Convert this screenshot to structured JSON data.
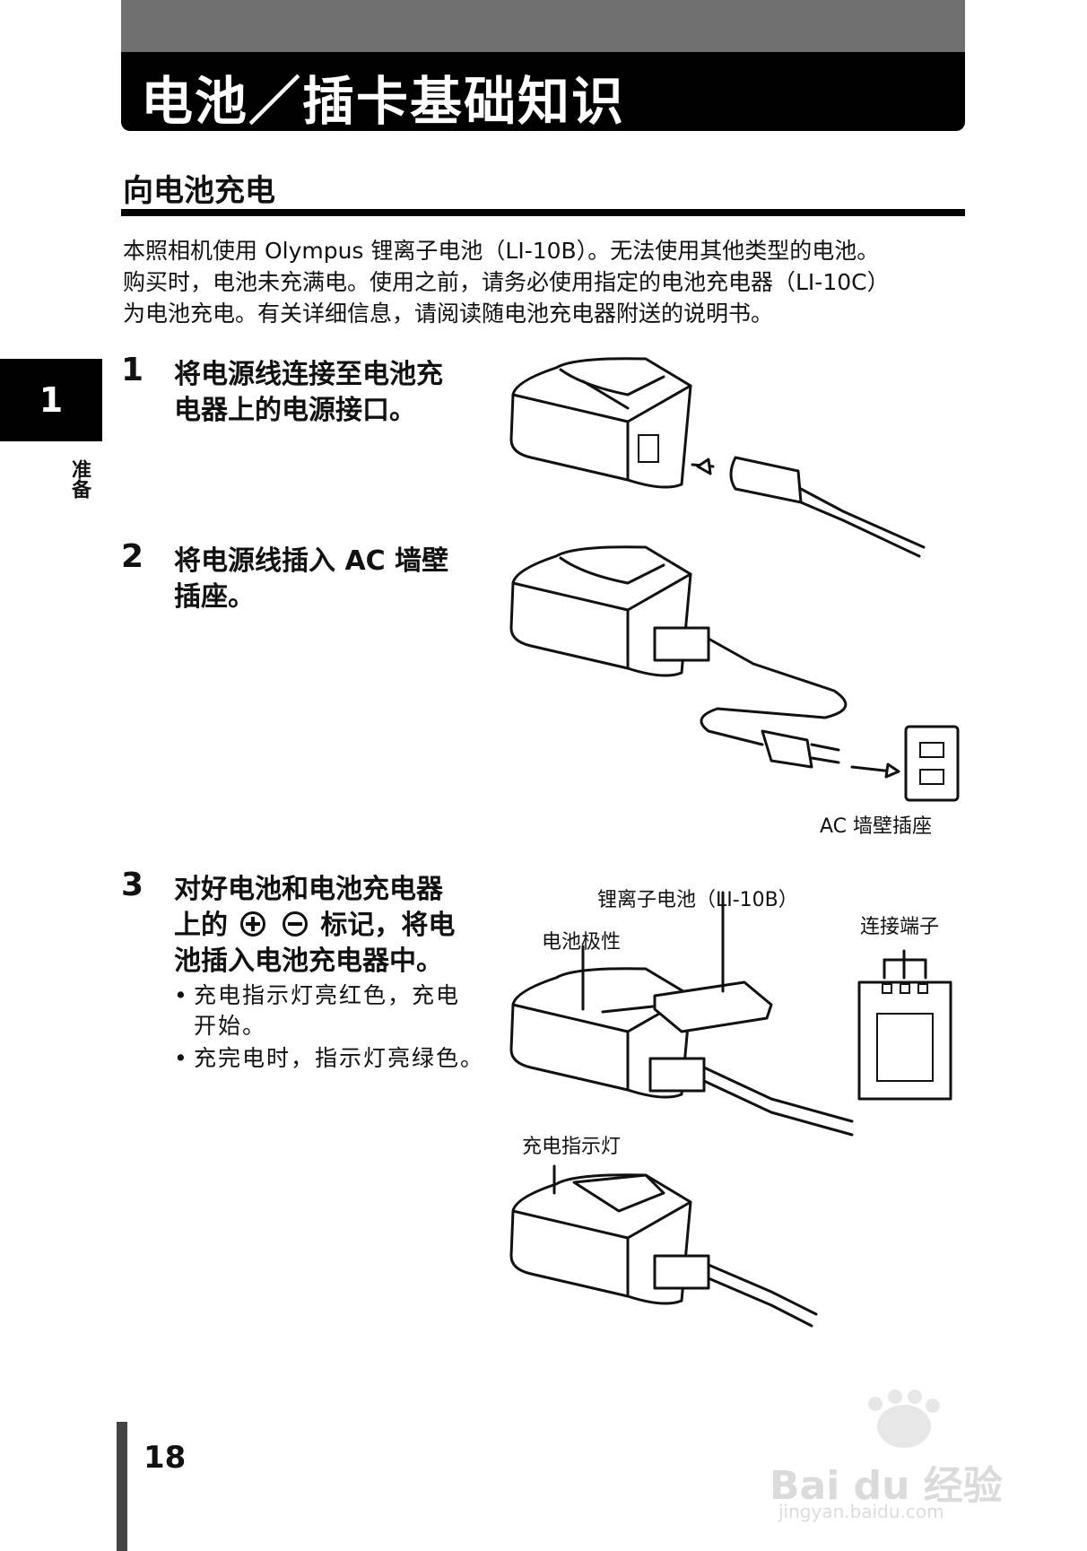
{
  "header": {
    "title": "电池／插卡基础知识"
  },
  "section": {
    "title": "向电池充电"
  },
  "intro": {
    "lines": [
      "本照相机使用 Olympus 锂离子电池（LI-10B）。无法使用其他类型的电池。",
      "购买时，电池未充满电。使用之前，请务必使用指定的电池充电器（LI-10C）",
      "为电池充电。有关详细信息，请阅读随电池充电器附送的说明书。"
    ]
  },
  "chapter": {
    "number": "1",
    "label": "准备"
  },
  "steps": [
    {
      "number": "1",
      "lines": [
        "将电源线连接至电池充",
        "电器上的电源接口。"
      ]
    },
    {
      "number": "2",
      "lines": [
        "将电源线插入 AC 墙壁",
        "插座。"
      ]
    },
    {
      "number": "3",
      "line1": "对好电池和电池充电器",
      "line2_prefix": "上的",
      "line2_suffix": "标记，将电",
      "line3": "池插入电池充电器中。",
      "bullets": [
        {
          "lines": [
            "充电指示灯亮红色，充电",
            "开始。"
          ]
        },
        {
          "lines": [
            "充完电时，指示灯亮绿色。"
          ]
        }
      ]
    }
  ],
  "captions": {
    "ac_outlet": "AC 墙壁插座",
    "battery": "锂离子电池（LI-10B）",
    "polarity": "电池极性",
    "terminals": "连接端子",
    "indicator": "充电指示灯"
  },
  "page": {
    "number": "18"
  },
  "watermark": {
    "brand": "Bai du 经验",
    "url": "jingyan.baidu.com"
  }
}
